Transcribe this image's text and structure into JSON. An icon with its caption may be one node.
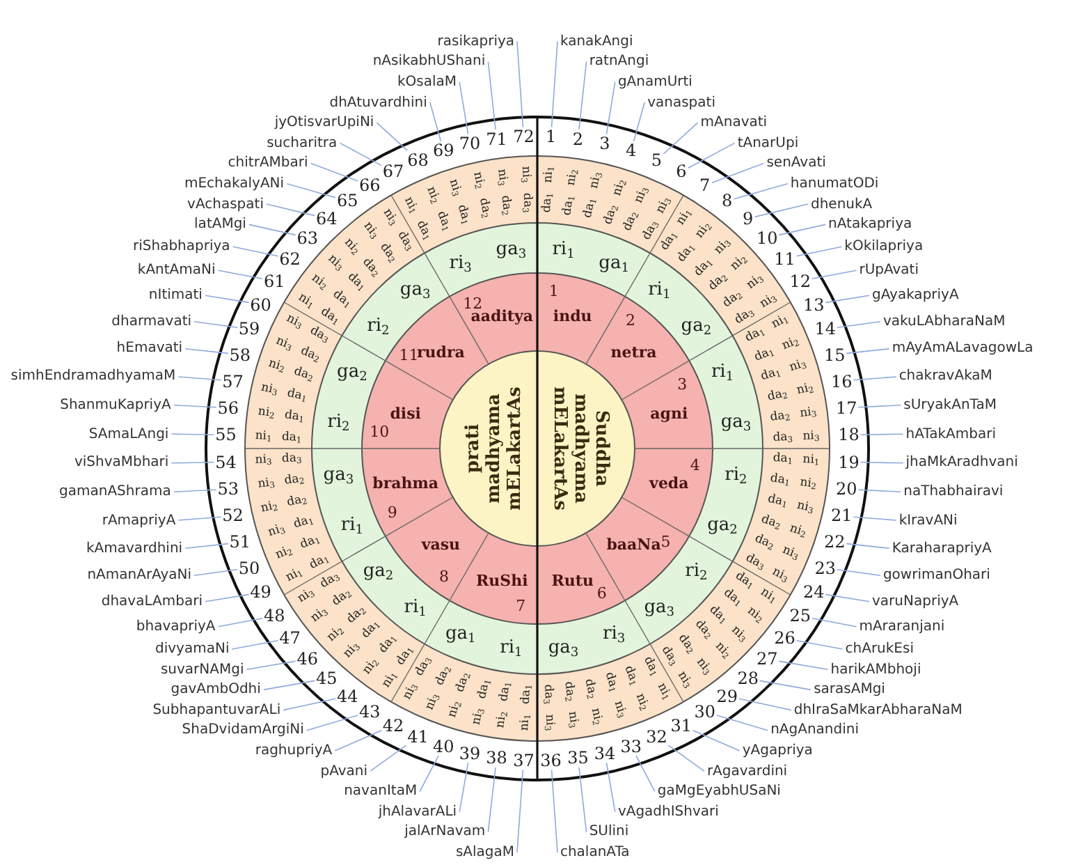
{
  "diagram": {
    "nodes": [
      {
        "text": [
          "kanakAngi"
        ]
      },
      {
        "text": [
          "ratnAngi"
        ]
      },
      {
        "text": [
          "gAnamUrti"
        ]
      },
      {
        "text": [
          "vanaspati"
        ]
      },
      {
        "text": [
          "mAnavati"
        ]
      },
      {
        "text": [
          "tAnarUpi"
        ]
      },
      {
        "text": [
          "senAvati"
        ]
      },
      {
        "text": [
          "hanumatODi"
        ]
      },
      {
        "text": [
          "dhenukA"
        ]
      },
      {
        "text": [
          "nAtakapriya"
        ]
      },
      {
        "text": [
          "kOkilapriya"
        ]
      },
      {
        "text": [
          "rUpAvati"
        ]
      },
      {
        "text": [
          "gAyakapriyA"
        ]
      },
      {
        "text": [
          "vakuLAbharaNaM"
        ]
      },
      {
        "text": [
          "mAyAmALavagowLa"
        ]
      },
      {
        "text": [
          "chakravAkaM"
        ]
      },
      {
        "text": [
          "sUryakAnTaM"
        ]
      },
      {
        "text": [
          "hATakAmbari"
        ]
      },
      {
        "text": [
          "jhaMkAradhvani"
        ]
      },
      {
        "text": [
          "naThabhairavi"
        ]
      },
      {
        "text": [
          "kIravANi"
        ]
      },
      {
        "text": [
          "KaraharapriyA"
        ]
      },
      {
        "text": [
          "gowrimanOhari"
        ]
      },
      {
        "text": [
          "varuNapriyA"
        ]
      },
      {
        "text": [
          "mAraranjani"
        ]
      },
      {
        "text": [
          "chArukEsi"
        ]
      },
      {
        "text": [
          "harikAMbhoji"
        ]
      },
      {
        "text": [
          "sarasAMgi"
        ]
      },
      {
        "text": [
          "dhIraSaMkarAbharaNaM"
        ]
      },
      {
        "text": [
          "nAgAnandini"
        ]
      },
      {
        "text": [
          "yAgapriya"
        ]
      },
      {
        "text": [
          "rAgavardini"
        ]
      },
      {
        "text": [
          "gaMgEyabhUSaNi"
        ]
      },
      {
        "text": [
          "vAgadhIShvari"
        ]
      },
      {
        "text": [
          "SUlini"
        ]
      },
      {
        "text": [
          "chalanATa"
        ]
      },
      {
        "text": [
          "sAlagaM"
        ]
      },
      {
        "text": [
          "jalArNavam"
        ]
      },
      {
        "text": [
          "jhAlavarALi"
        ]
      },
      {
        "text": [
          "navanItaM"
        ]
      },
      {
        "text": [
          "pAvani"
        ]
      },
      {
        "text": [
          "raghupriyA"
        ]
      },
      {
        "text": [
          "ShaDvidamArgiNi"
        ]
      },
      {
        "text": [
          "SubhapantuvarALi"
        ]
      },
      {
        "text": [
          "gavAmbOdhi"
        ]
      },
      {
        "text": [
          "suvarNAMgi"
        ]
      },
      {
        "text": [
          "divyamaNi"
        ]
      },
      {
        "text": [
          "bhavapriyA"
        ]
      },
      {
        "text": [
          "dhavaLAmbari"
        ]
      },
      {
        "text": [
          "nAmanArAyaNi"
        ]
      },
      {
        "text": [
          "kAmavardhini"
        ]
      },
      {
        "text": [
          "rAmapriyA"
        ]
      },
      {
        "text": [
          "gamanAShrama"
        ]
      },
      {
        "text": [
          "viShvaMbhari"
        ]
      },
      {
        "text": [
          "SAmaLAngi"
        ]
      },
      {
        "text": [
          "ShanmuKapriyA"
        ]
      },
      {
        "text": [
          "simhEndramadhyamaM"
        ]
      },
      {
        "text": [
          "hEmavati"
        ]
      },
      {
        "text": [
          "dharmavati"
        ]
      },
      {
        "text": [
          "nItimati"
        ]
      },
      {
        "text": [
          "kAntAmaNi"
        ]
      },
      {
        "text": [
          "riShabhapriya"
        ]
      },
      {
        "text": [
          "latAMgi"
        ]
      },
      {
        "text": [
          "vAchaspati"
        ]
      },
      {
        "text": [
          "mEchakalyANi"
        ]
      },
      {
        "text": [
          "chitrAMbari"
        ]
      },
      {
        "text": [
          "sucharitra"
        ]
      },
      {
        "text": [
          "jyOtisvarUpiNi"
        ]
      },
      {
        "text": [
          "dhAtuvardhini"
        ]
      },
      {
        "text": [
          "kOsalaM"
        ]
      },
      {
        "text": [
          "nAsikabhUShani"
        ]
      },
      {
        "text": [
          "rasikapriya"
        ]
      },
      {
        "text": [
          "1"
        ]
      },
      {
        "text": [
          "2"
        ]
      },
      {
        "text": [
          "3"
        ]
      },
      {
        "text": [
          "4"
        ]
      },
      {
        "text": [
          "5"
        ]
      },
      {
        "text": [
          "6"
        ]
      },
      {
        "text": [
          "7"
        ]
      },
      {
        "text": [
          "8"
        ]
      },
      {
        "text": [
          "9"
        ]
      },
      {
        "text": [
          "10"
        ]
      },
      {
        "text": [
          "11"
        ]
      },
      {
        "text": [
          "12"
        ]
      },
      {
        "text": [
          "13"
        ]
      },
      {
        "text": [
          "14"
        ]
      },
      {
        "text": [
          "15"
        ]
      },
      {
        "text": [
          "16"
        ]
      },
      {
        "text": [
          "17"
        ]
      },
      {
        "text": [
          "18"
        ]
      },
      {
        "text": [
          "19"
        ]
      },
      {
        "text": [
          "20"
        ]
      },
      {
        "text": [
          "21"
        ]
      },
      {
        "text": [
          "22"
        ]
      },
      {
        "text": [
          "23"
        ]
      },
      {
        "text": [
          "24"
        ]
      },
      {
        "text": [
          "25"
        ]
      },
      {
        "text": [
          "26"
        ]
      },
      {
        "text": [
          "27"
        ]
      },
      {
        "text": [
          "28"
        ]
      },
      {
        "text": [
          "29"
        ]
      },
      {
        "text": [
          "30"
        ]
      },
      {
        "text": [
          "31"
        ]
      },
      {
        "text": [
          "32"
        ]
      },
      {
        "text": [
          "33"
        ]
      },
      {
        "text": [
          "34"
        ]
      },
      {
        "text": [
          "35"
        ]
      },
      {
        "text": [
          "36"
        ]
      },
      {
        "text": [
          "37"
        ]
      },
      {
        "text": [
          "38"
        ]
      },
      {
        "text": [
          "39"
        ]
      },
      {
        "text": [
          "40"
        ]
      },
      {
        "text": [
          "41"
        ]
      },
      {
        "text": [
          "42"
        ]
      },
      {
        "text": [
          "43"
        ]
      },
      {
        "text": [
          "44"
        ]
      },
      {
        "text": [
          "45"
        ]
      },
      {
        "text": [
          "46"
        ]
      },
      {
        "text": [
          "47"
        ]
      },
      {
        "text": [
          "48"
        ]
      },
      {
        "text": [
          "49"
        ]
      },
      {
        "text": [
          "50"
        ]
      },
      {
        "text": [
          "51"
        ]
      },
      {
        "text": [
          "52"
        ]
      },
      {
        "text": [
          "53"
        ]
      },
      {
        "text": [
          "54"
        ]
      },
      {
        "text": [
          "55"
        ]
      },
      {
        "text": [
          "56"
        ]
      },
      {
        "text": [
          "57"
        ]
      },
      {
        "text": [
          "58"
        ]
      },
      {
        "text": [
          "59"
        ]
      },
      {
        "text": [
          "60"
        ]
      },
      {
        "text": [
          "61"
        ]
      },
      {
        "text": [
          "62"
        ]
      },
      {
        "text": [
          "63"
        ]
      },
      {
        "text": [
          "64"
        ]
      },
      {
        "text": [
          "65"
        ]
      },
      {
        "text": [
          "66"
        ]
      },
      {
        "text": [
          "67"
        ]
      },
      {
        "text": [
          "68"
        ]
      },
      {
        "text": [
          "69"
        ]
      },
      {
        "text": [
          "70"
        ]
      },
      {
        "text": [
          "71"
        ]
      },
      {
        "text": [
          "72"
        ]
      }
    ],
    "edges": [
      {
        "from": 0,
        "to": 72,
        "arrow": "none"
      },
      {
        "from": 1,
        "to": 73,
        "arrow": "none"
      },
      {
        "from": 2,
        "to": 74,
        "arrow": "none"
      },
      {
        "from": 3,
        "to": 75,
        "arrow": "none"
      },
      {
        "from": 4,
        "to": 76,
        "arrow": "none"
      },
      {
        "from": 5,
        "to": 77,
        "arrow": "none"
      },
      {
        "from": 6,
        "to": 78,
        "arrow": "none"
      },
      {
        "from": 7,
        "to": 79,
        "arrow": "none"
      },
      {
        "from": 8,
        "to": 80,
        "arrow": "none"
      },
      {
        "from": 9,
        "to": 81,
        "arrow": "none"
      },
      {
        "from": 10,
        "to": 82,
        "arrow": "none"
      },
      {
        "from": 11,
        "to": 83,
        "arrow": "none"
      },
      {
        "from": 12,
        "to": 84,
        "arrow": "none"
      },
      {
        "from": 13,
        "to": 85,
        "arrow": "none"
      },
      {
        "from": 14,
        "to": 86,
        "arrow": "none"
      },
      {
        "from": 15,
        "to": 87,
        "arrow": "none"
      },
      {
        "from": 16,
        "to": 88,
        "arrow": "none"
      },
      {
        "from": 17,
        "to": 89,
        "arrow": "none"
      },
      {
        "from": 18,
        "to": 90,
        "arrow": "none"
      },
      {
        "from": 19,
        "to": 91,
        "arrow": "none"
      },
      {
        "from": 20,
        "to": 92,
        "arrow": "none"
      },
      {
        "from": 21,
        "to": 93,
        "arrow": "none"
      },
      {
        "from": 22,
        "to": 94,
        "arrow": "none"
      },
      {
        "from": 23,
        "to": 95,
        "arrow": "none"
      },
      {
        "from": 24,
        "to": 96,
        "arrow": "none"
      },
      {
        "from": 25,
        "to": 97,
        "arrow": "none"
      },
      {
        "from": 26,
        "to": 98,
        "arrow": "none"
      },
      {
        "from": 27,
        "to": 99,
        "arrow": "none"
      },
      {
        "from": 28,
        "to": 100,
        "arrow": "none"
      },
      {
        "from": 29,
        "to": 101,
        "arrow": "none"
      },
      {
        "from": 30,
        "to": 102,
        "arrow": "none"
      },
      {
        "from": 31,
        "to": 103,
        "arrow": "none"
      },
      {
        "from": 32,
        "to": 104,
        "arrow": "none"
      },
      {
        "from": 33,
        "to": 105,
        "arrow": "none"
      },
      {
        "from": 34,
        "to": 106,
        "arrow": "none"
      },
      {
        "from": 35,
        "to": 107,
        "arrow": "none"
      },
      {
        "from": 36,
        "to": 108,
        "arrow": "none"
      },
      {
        "from": 37,
        "to": 109,
        "arrow": "none"
      },
      {
        "from": 38,
        "to": 110,
        "arrow": "none"
      },
      {
        "from": 39,
        "to": 111,
        "arrow": "none"
      },
      {
        "from": 40,
        "to": 112,
        "arrow": "none"
      },
      {
        "from": 41,
        "to": 113,
        "arrow": "none"
      },
      {
        "from": 42,
        "to": 114,
        "arrow": "none"
      },
      {
        "from": 43,
        "to": 115,
        "arrow": "none"
      },
      {
        "from": 44,
        "to": 116,
        "arrow": "none"
      },
      {
        "from": 45,
        "to": 117,
        "arrow": "none"
      },
      {
        "from": 46,
        "to": 118,
        "arrow": "none"
      },
      {
        "from": 47,
        "to": 119,
        "arrow": "none"
      },
      {
        "from": 48,
        "to": 120,
        "arrow": "none"
      },
      {
        "from": 49,
        "to": 121,
        "arrow": "none"
      },
      {
        "from": 50,
        "to": 122,
        "arrow": "none"
      },
      {
        "from": 51,
        "to": 123,
        "arrow": "none"
      },
      {
        "from": 52,
        "to": 124,
        "arrow": "none"
      },
      {
        "from": 53,
        "to": 125,
        "arrow": "none"
      },
      {
        "from": 54,
        "to": 126,
        "arrow": "none"
      },
      {
        "from": 55,
        "to": 127,
        "arrow": "none"
      },
      {
        "from": 56,
        "to": 128,
        "arrow": "none"
      },
      {
        "from": 57,
        "to": 129,
        "arrow": "none"
      },
      {
        "from": 58,
        "to": 130,
        "arrow": "none"
      },
      {
        "from": 59,
        "to": 131,
        "arrow": "none"
      },
      {
        "from": 60,
        "to": 132,
        "arrow": "none"
      },
      {
        "from": 61,
        "to": 133,
        "arrow": "none"
      },
      {
        "from": 62,
        "to": 134,
        "arrow": "none"
      },
      {
        "from": 63,
        "to": 135,
        "arrow": "none"
      },
      {
        "from": 64,
        "to": 136,
        "arrow": "none"
      },
      {
        "from": 65,
        "to": 137,
        "arrow": "none"
      },
      {
        "from": 66,
        "to": 138,
        "arrow": "none"
      },
      {
        "from": 67,
        "to": 139,
        "arrow": "none"
      },
      {
        "from": 68,
        "to": 140,
        "arrow": "none"
      },
      {
        "from": 69,
        "to": 141,
        "arrow": "none"
      },
      {
        "from": 70,
        "to": 142,
        "arrow": "none"
      },
      {
        "from": 71,
        "to": 143,
        "arrow": "none"
      }
    ],
    "labels": [
      "Suddha madhyama mELakartAs",
      "prati madhyama mELakartAs",
      "indu",
      "1",
      "netra",
      "2",
      "agni",
      "3",
      "veda",
      "4",
      "baaNa",
      "5",
      "Rutu",
      "6",
      "RuShi",
      "7",
      "vasu",
      "8",
      "brahma",
      "9",
      "disi",
      "10",
      "rudra",
      "11",
      "aaditya",
      "12",
      "ri$_{1}$",
      "ga$_{1}$",
      "ri$_{1}$",
      "ga$_{2}$",
      "ri$_{1}$",
      "ga$_{3}$",
      "ri$_{2}$",
      "ga$_{2}$",
      "ri$_{2}$",
      "ga$_{3}$",
      "ri$_{3}$",
      "ga$_{3}$",
      "ri$_{1}$",
      "ga$_{1}$",
      "ri$_{1}$",
      "ga$_{2}$",
      "ri$_{1}$",
      "ga$_{3}$",
      "ri$_{2}$",
      "ga$_{2}$",
      "ri$_{2}$",
      "ga$_{3}$",
      "ri$_{3}$",
      "ga$_{3}$",
      "da$_{1}$ ni$_{1}$",
      "da$_{1}$ ni$_{2}$",
      "da$_{1}$ ni$_{3}$",
      "da$_{2}$ ni$_{2}$",
      "da$_{2}$ ni$_{3}$",
      "da$_{3}$ ni$_{3}$",
      "da$_{1}$ ni$_{1}$",
      "da$_{1}$ ni$_{2}$",
      "da$_{1}$ ni$_{3}$",
      "da$_{2}$ ni$_{2}$",
      "da$_{2}$ ni$_{3}$",
      "da$_{3}$ ni$_{3}$",
      "da$_{1}$ ni$_{1}$",
      "da$_{1}$ ni$_{2}$",
      "da$_{1}$ ni$_{3}$",
      "da$_{2}$ ni$_{2}$",
      "da$_{2}$ ni$_{3}$",
      "da$_{3}$ ni$_{3}$",
      "da$_{1}$ ni$_{1}$",
      "da$_{1}$ ni$_{2}$",
      "da$_{1}$ ni$_{3}$",
      "da$_{2}$ ni$_{2}$",
      "da$_{2}$ ni$_{3}$",
      "da$_{3}$ ni$_{3}$",
      "da$_{1}$ ni$_{1}$",
      "da$_{1}$ ni$_{2}$",
      "da$_{1}$ ni$_{3}$",
      "da$_{2}$ ni$_{2}$",
      "da$_{2}$ ni$_{3}$",
      "da$_{3}$ ni$_{3}$",
      "da$_{1}$ ni$_{1}$",
      "da$_{1}$ ni$_{2}$",
      "da$_{1}$ ni$_{3}$",
      "da$_{2}$ ni$_{2}$",
      "da$_{2}$ ni$_{3}$",
      "da$_{3}$ ni$_{3}$",
      "ni$_{1}$ da$_{1}$",
      "ni$_{2}$ da$_{1}$",
      "ni$_{3}$ da$_{1}$",
      "ni$_{2}$ da$_{2}$",
      "ni$_{3}$ da$_{2}$",
      "ni$_{3}$ da$_{3}$",
      "ni$_{1}$ da$_{1}$",
      "ni$_{2}$ da$_{1}$",
      "ni$_{3}$ da$_{1}$",
      "ni$_{2}$ da$_{2}$",
      "ni$_{3}$ da$_{2}$",
      "ni$_{3}$ da$_{3}$",
      "ni$_{1}$ da$_{1}$",
      "ni$_{2}$ da$_{1}$",
      "ni$_{3}$ da$_{1}$",
      "ni$_{2}$ da$_{2}$",
      "ni$_{3}$ da$_{2}$",
      "ni$_{3}$ da$_{3}$",
      "ni$_{1}$ da$_{1}$",
      "ni$_{2}$ da$_{1}$",
      "ni$_{3}$ da$_{1}$",
      "ni$_{2}$ da$_{2}$",
      "ni$_{3}$ da$_{2}$",
      "ni$_{3}$ da$_{3}$",
      "ni$_{1}$ da$_{1}$",
      "ni$_{2}$ da$_{1}$",
      "ni$_{3}$ da$_{1}$",
      "ni$_{2}$ da$_{2}$",
      "ni$_{3}$ da$_{2}$",
      "ni$_{3}$ da$_{3}$",
      "ni$_{1}$ da$_{1}$",
      "ni$_{2}$ da$_{1}$",
      "ni$_{3}$ da$_{1}$",
      "ni$_{2}$ da$_{2}$",
      "ni$_{3}$ da$_{2}$",
      "ni$_{3}$ da$_{3}$"
    ]
  }
}
